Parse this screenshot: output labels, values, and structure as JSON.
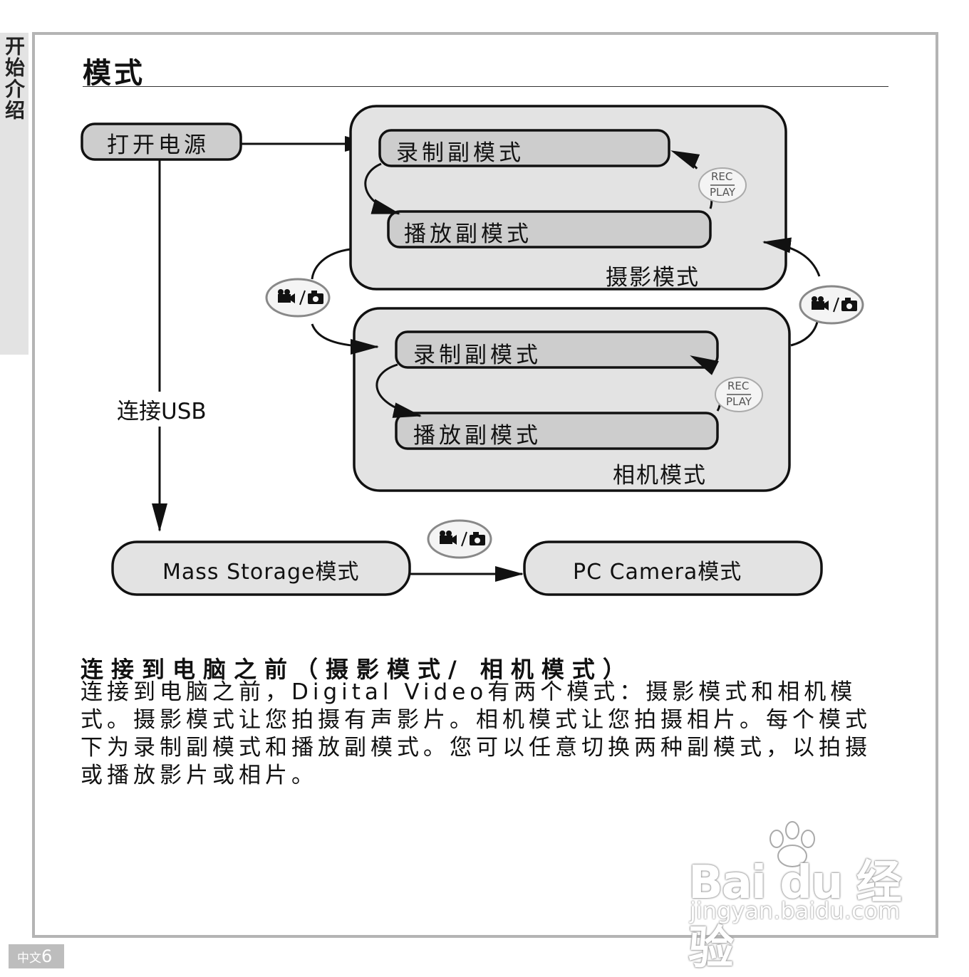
{
  "side_tab": {
    "label": "开始介绍"
  },
  "title": "模式",
  "diagram": {
    "power_on": "打开电源",
    "video_mode": {
      "rec_sub": "录制副模式",
      "play_sub": "播放副模式",
      "label": "摄影模式"
    },
    "camera_mode": {
      "rec_sub": "录制副模式",
      "play_sub": "播放副模式",
      "label": "相机模式"
    },
    "usb_label": "连接USB",
    "mass_storage": "Mass Storage模式",
    "pc_camera": "PC Camera模式",
    "rec_play_button": {
      "top": "REC",
      "bottom": "PLAY"
    },
    "mode_switch_icon": "video-camera-slash-photo-camera-icon"
  },
  "section": {
    "heading": "连接到电脑之前（摄影模式/ 相机模式）",
    "body": "连接到电脑之前，Digital Video有两个模式：摄影模式和相机模式。摄影模式让您拍摄有声影片。相机模式让您拍摄相片。每个模式下为录制副模式和播放副模式。您可以任意切换两种副模式，以拍摄或播放影片或相片。"
  },
  "watermark": {
    "logo": "Bai du 经验",
    "url": "jingyan.baidu.com"
  },
  "page_footer": {
    "lang": "中文",
    "number": "6"
  },
  "colors": {
    "box_fill": "#e3e3e3",
    "sub_box_fill": "#cdcdcd",
    "frame": "#b4b4b4",
    "tab": "#e3e3e3"
  }
}
